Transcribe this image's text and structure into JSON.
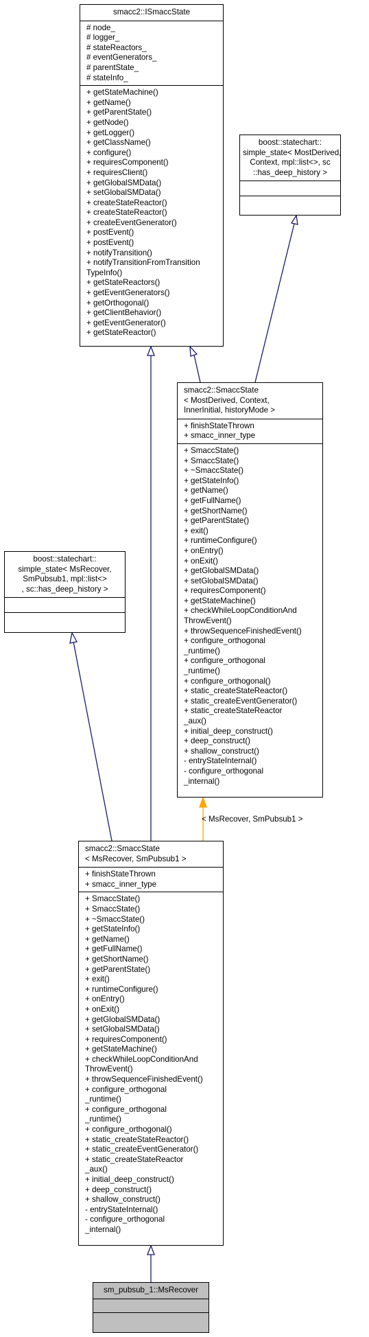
{
  "nodes": {
    "istate": {
      "title": [
        "smacc2::ISmaccState"
      ],
      "attributes": [
        "# node_",
        "# logger_",
        "# stateReactors_",
        "# eventGenerators_",
        "# parentState_",
        "# stateInfo_"
      ],
      "methods": [
        "+ getStateMachine()",
        "+ getName()",
        "+ getParentState()",
        "+ getNode()",
        "+ getLogger()",
        "+ getClassName()",
        "+ configure()",
        "+ requiresComponent()",
        "+ requiresClient()",
        "+ getGlobalSMData()",
        "+ setGlobalSMData()",
        "+ createStateReactor()",
        "+ createStateReactor()",
        "+ createEventGenerator()",
        "+ postEvent()",
        "+ postEvent()",
        "+ notifyTransition()",
        "+ notifyTransitionFromTransition",
        "TypeInfo()",
        "+ getStateReactors()",
        "+ getEventGenerators()",
        "+ getOrthogonal()",
        "+ getClientBehavior()",
        "+ getEventGenerator()",
        "+ getStateReactor()"
      ]
    },
    "simple_state_generic": {
      "title": [
        "boost::statechart::",
        "simple_state< MostDerived,",
        "Context, mpl::list<>, sc",
        "::has_deep_history >"
      ],
      "attributes": [],
      "methods": []
    },
    "smacc_state_template": {
      "title": [
        "smacc2::SmaccState",
        "< MostDerived, Context,",
        "InnerInitial, historyMode >"
      ],
      "attributes": [
        "+ finishStateThrown",
        "+ smacc_inner_type"
      ],
      "methods": [
        "+ SmaccState()",
        "+ SmaccState()",
        "+ ~SmaccState()",
        "+ getStateInfo()",
        "+ getName()",
        "+ getFullName()",
        "+ getShortName()",
        "+ getParentState()",
        "+ exit()",
        "+ runtimeConfigure()",
        "+ onEntry()",
        "+ onExit()",
        "+ getGlobalSMData()",
        "+ setGlobalSMData()",
        "+ requiresComponent()",
        "+ getStateMachine()",
        "+ checkWhileLoopConditionAnd",
        "ThrowEvent()",
        "+ throwSequenceFinishedEvent()",
        "+ configure_orthogonal",
        "_runtime()",
        "+ configure_orthogonal",
        "_runtime()",
        "+ configure_orthogonal()",
        "+ static_createStateReactor()",
        "+ static_createEventGenerator()",
        "+ static_createStateReactor",
        "_aux()",
        "+ initial_deep_construct()",
        "+ deep_construct()",
        "+ shallow_construct()",
        "- entryStateInternal()",
        "- configure_orthogonal",
        "_internal()"
      ]
    },
    "simple_state_ms": {
      "title": [
        "boost::statechart::",
        "simple_state< MsRecover,",
        "SmPubsub1, mpl::list<>",
        ", sc::has_deep_history >"
      ],
      "attributes": [],
      "methods": []
    },
    "smacc_state_ms": {
      "title": [
        "smacc2::SmaccState",
        "< MsRecover, SmPubsub1 >"
      ],
      "attributes": [
        "+ finishStateThrown",
        "+ smacc_inner_type"
      ],
      "methods": [
        "+ SmaccState()",
        "+ SmaccState()",
        "+ ~SmaccState()",
        "+ getStateInfo()",
        "+ getName()",
        "+ getFullName()",
        "+ getShortName()",
        "+ getParentState()",
        "+ exit()",
        "+ runtimeConfigure()",
        "+ onEntry()",
        "+ onExit()",
        "+ getGlobalSMData()",
        "+ setGlobalSMData()",
        "+ requiresComponent()",
        "+ getStateMachine()",
        "+ checkWhileLoopConditionAnd",
        "ThrowEvent()",
        "+ throwSequenceFinishedEvent()",
        "+ configure_orthogonal",
        "_runtime()",
        "+ configure_orthogonal",
        "_runtime()",
        "+ configure_orthogonal()",
        "+ static_createStateReactor()",
        "+ static_createEventGenerator()",
        "+ static_createStateReactor",
        "_aux()",
        "+ initial_deep_construct()",
        "+ deep_construct()",
        "+ shallow_construct()",
        "- entryStateInternal()",
        "- configure_orthogonal",
        "_internal()"
      ]
    },
    "ms_recover": {
      "title": [
        "sm_pubsub_1::MsRecover"
      ],
      "attributes": [],
      "methods": []
    }
  },
  "edge_labels": {
    "template_binding": "< MsRecover, SmPubsub1 >"
  },
  "colors": {
    "inheritance_edge": "#191970",
    "template_edge": "#ffa500",
    "focus_node_fill": "#bfbfbf"
  }
}
